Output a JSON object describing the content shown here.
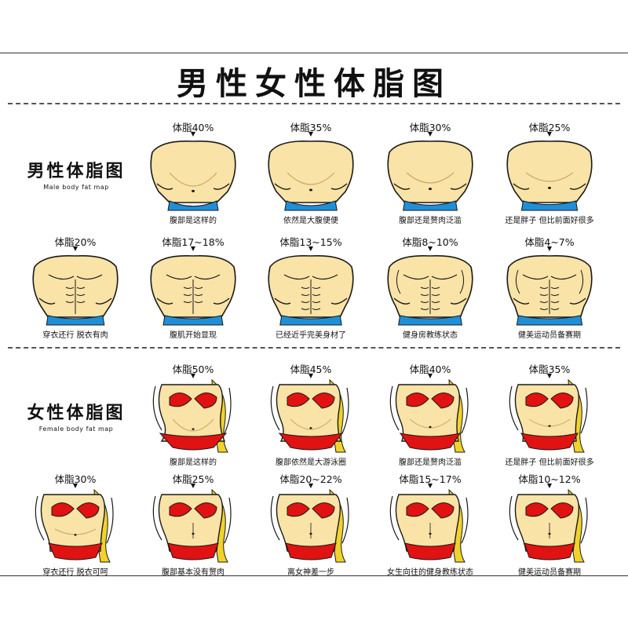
{
  "title": "男性女性体脂图",
  "sections": {
    "male": {
      "title_cn": "男性体脂图",
      "title_en": "Male body fat map",
      "cards": [
        {
          "pct": "体脂40%",
          "caption": "腹部是这样的"
        },
        {
          "pct": "体脂35%",
          "caption": "依然是大腹便便"
        },
        {
          "pct": "体脂30%",
          "caption": "腹部还是赘肉泛滥"
        },
        {
          "pct": "体脂25%",
          "caption": "还是胖子 但比前面好很多"
        },
        {
          "pct": "体脂20%",
          "caption": "穿衣还行 脱衣有肉"
        },
        {
          "pct": "体脂17~18%",
          "caption": "腹肌开始显现"
        },
        {
          "pct": "体脂13~15%",
          "caption": "已经近乎完美身材了"
        },
        {
          "pct": "体脂8~10%",
          "caption": "健身房教练状态"
        },
        {
          "pct": "体脂4~7%",
          "caption": "健美运动员备赛期"
        }
      ]
    },
    "female": {
      "title_cn": "女性体脂图",
      "title_en": "Female body fat map",
      "cards": [
        {
          "pct": "体脂50%",
          "caption": "腹部是这样的"
        },
        {
          "pct": "体脂45%",
          "caption": "腹部依然是大游泳圈"
        },
        {
          "pct": "体脂40%",
          "caption": "腹部还是赘肉泛滥"
        },
        {
          "pct": "体脂35%",
          "caption": "还是胖子 但比前面好很多"
        },
        {
          "pct": "体脂30%",
          "caption": "穿衣还行 脱衣可呵"
        },
        {
          "pct": "体脂25%",
          "caption": "腹部基本没有赘肉"
        },
        {
          "pct": "体脂20~22%",
          "caption": "离女神差一步"
        },
        {
          "pct": "体脂15~17%",
          "caption": "女生向往的健身教练状态"
        },
        {
          "pct": "体脂10~12%",
          "caption": "健美运动员备赛期"
        }
      ]
    }
  },
  "colors": {
    "skin": "#f9e3a6",
    "shorts": "#1f8fd8",
    "bikini": "#e01212",
    "hair": "#f1d22a",
    "outline": "#1a1a1a"
  },
  "arrow_glyph": "▼"
}
